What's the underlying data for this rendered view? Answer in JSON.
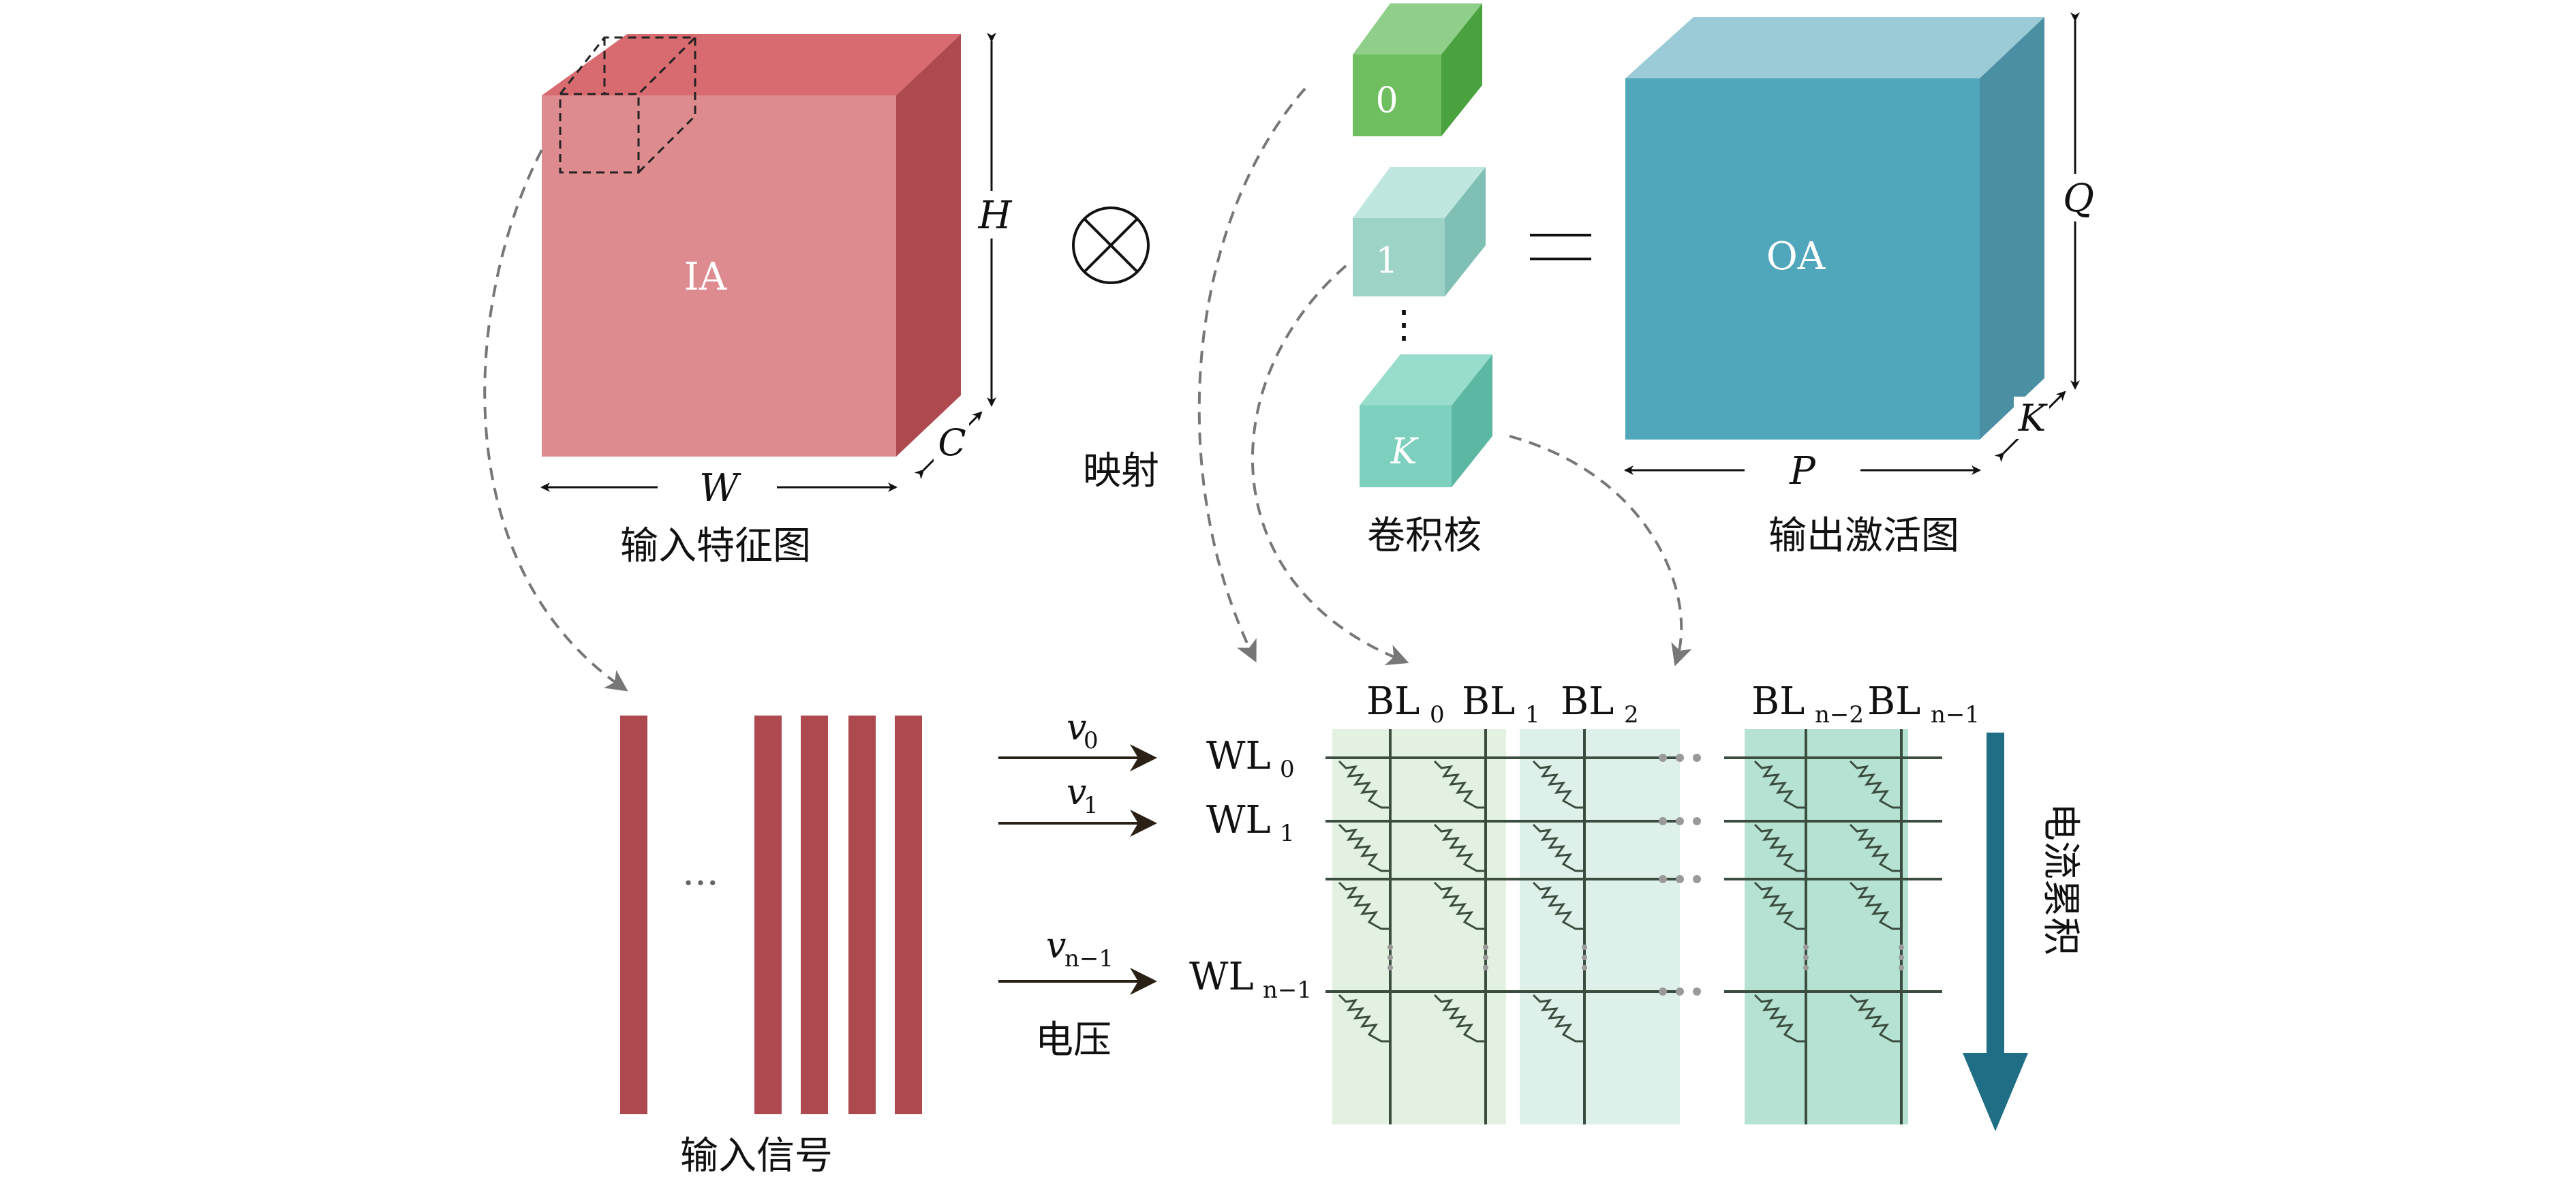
{
  "ia": {
    "label": "IA",
    "caption": "输入特征图",
    "dim_h": "H",
    "dim_w": "W",
    "dim_c": "C"
  },
  "operator": "⊗",
  "equals": "=",
  "kernels": {
    "labels": [
      "0",
      "1",
      "K"
    ],
    "ellipsis": "⋮",
    "caption": "卷积核"
  },
  "oa": {
    "label": "OA",
    "caption": "输出激活图",
    "dim_q": "Q",
    "dim_p": "P",
    "dim_k": "K"
  },
  "mapping_label": "映射",
  "input_signal": {
    "caption": "输入信号",
    "ellipsis": "···"
  },
  "voltage": {
    "caption": "电压",
    "v": [
      "0",
      "1",
      "n−1"
    ],
    "v_base": "v"
  },
  "wordlines": {
    "base": "WL",
    "subs": [
      "0",
      "1",
      "n−1"
    ]
  },
  "bitlines": {
    "base": "BL",
    "subs": [
      "0",
      "1",
      "2",
      "n−2",
      "n−1"
    ]
  },
  "current_label": "电流累积",
  "colors": {
    "ia_front": "#dd8b8e",
    "ia_top": "#d86b70",
    "ia_side": "#ae4a4f",
    "signal_bar": "#ae4a4f",
    "oa_front": "#50a6bb",
    "oa_top": "#9ccbd8",
    "oa_side": "#4a8fa2",
    "kernel0": [
      "#8fcf8a",
      "#6fbf60",
      "#4aa23f"
    ],
    "kernel1": [
      "#bfe6df",
      "#9ed3c8",
      "#7fbfb4"
    ],
    "kernelK": [
      "#98dccb",
      "#7cd0bd",
      "#5db8a3"
    ],
    "col_a": "#e3f1e0",
    "col_b": "#ddf1ea",
    "col_c": "#b6e2d3",
    "grid": "#3b4d3f",
    "arrow": "#2a2015",
    "current_arrow": "#1f6e85",
    "dash": "#777777"
  }
}
